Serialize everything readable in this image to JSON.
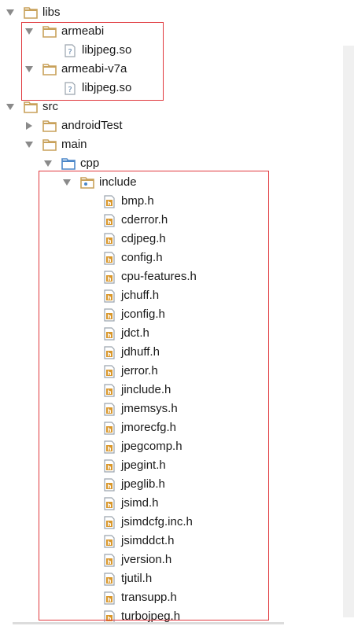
{
  "tree": {
    "libs": "libs",
    "armeabi": "armeabi",
    "armeabi_lib": "libjpeg.so",
    "armeabi_v7a": "armeabi-v7a",
    "armeabi_v7a_lib": "libjpeg.so",
    "src": "src",
    "androidTest": "androidTest",
    "main": "main",
    "cpp": "cpp",
    "include": "include",
    "headers": [
      "bmp.h",
      "cderror.h",
      "cdjpeg.h",
      "config.h",
      "cpu-features.h",
      "jchuff.h",
      "jconfig.h",
      "jdct.h",
      "jdhuff.h",
      "jerror.h",
      "jinclude.h",
      "jmemsys.h",
      "jmorecfg.h",
      "jpegcomp.h",
      "jpegint.h",
      "jpeglib.h",
      "jsimd.h",
      "jsimdcfg.inc.h",
      "jsimddct.h",
      "jversion.h",
      "tjutil.h",
      "transupp.h",
      "turbojpeg.h"
    ]
  },
  "colors": {
    "folder": "#c8a15a",
    "source_folder": "#4a86c8",
    "annotation": "#e0393e",
    "arrow": "#8a8a8a"
  },
  "icons": {
    "folder": "folder-icon",
    "source_folder": "source-folder-icon",
    "package_folder": "package-folder-icon",
    "unknown_file": "unknown-file-icon",
    "header_file": "header-file-icon"
  }
}
